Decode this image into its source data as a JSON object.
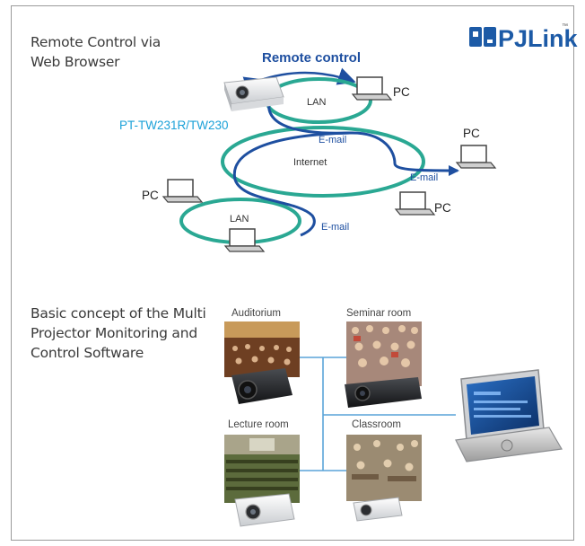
{
  "section1": {
    "title_line1": "Remote Control via",
    "title_line2": "Web Browser"
  },
  "logo": {
    "text": "PJLink",
    "tm": "™"
  },
  "network": {
    "remote_control": "Remote control",
    "projector_model": "PT-TW231R/TW230",
    "lan_top": "LAN",
    "lan_bottom": "LAN",
    "internet": "Internet",
    "email_1": "E-mail",
    "email_2": "E-mail",
    "email_3": "E-mail",
    "pc_top": "PC",
    "pc_right": "PC",
    "pc_left": "PC",
    "pc_mid": "PC"
  },
  "section2": {
    "title_line1": "Basic concept of the Multi",
    "title_line2": "Projector Monitoring and",
    "title_line3": "Control Software"
  },
  "rooms": {
    "auditorium": "Auditorium",
    "seminar": "Seminar room",
    "lecture": "Lecture room",
    "classroom": "Classroom"
  },
  "colors": {
    "teal": "#2aa893",
    "blue": "#1e4fa0",
    "light_blue": "#1ba1d8",
    "logo_blue": "#1c5aa6"
  }
}
